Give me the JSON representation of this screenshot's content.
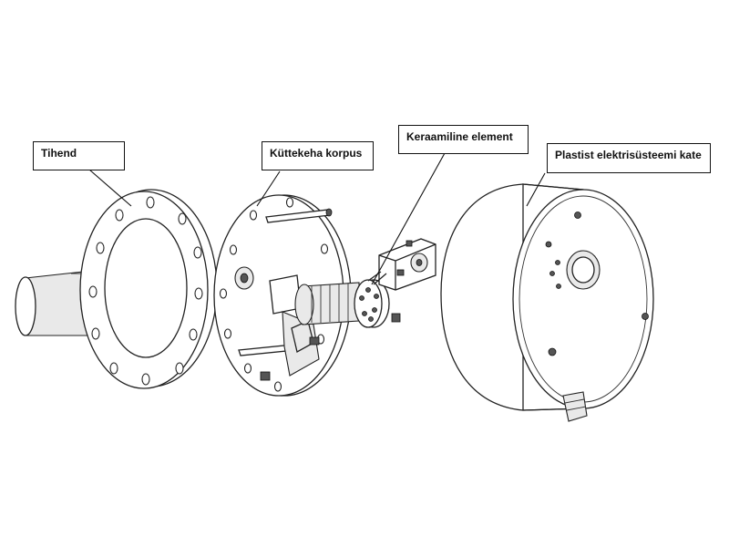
{
  "labels": {
    "gasket": "Tihend",
    "heater_body": "Küttekeha korpus",
    "ceramic_element": "Keraamiline element",
    "plastic_cover": "Plastist elektrisüsteemi kate"
  }
}
